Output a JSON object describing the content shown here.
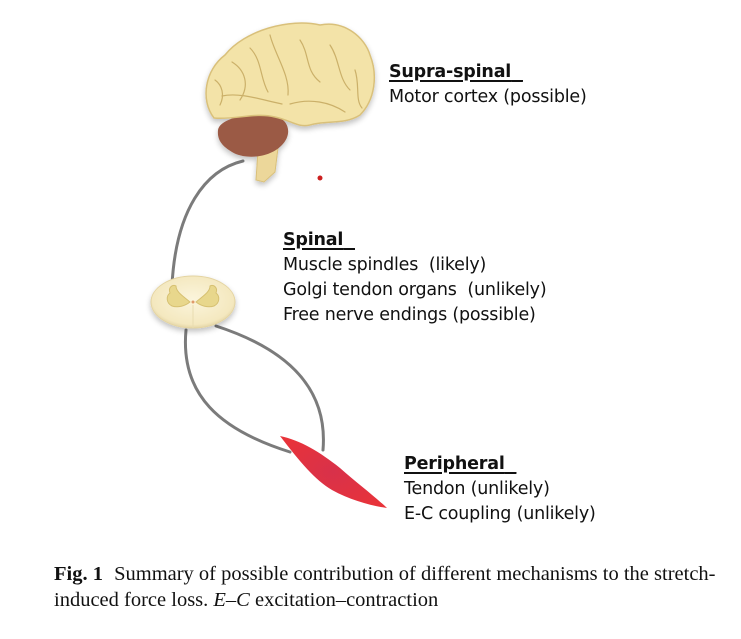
{
  "figure": {
    "levels": [
      {
        "id": "supra-spinal",
        "heading": "Supra-spinal",
        "items": [
          "Motor cortex (possible)"
        ]
      },
      {
        "id": "spinal",
        "heading": "Spinal",
        "items": [
          "Muscle spindles  (likely)",
          "Golgi tendon organs  (unlikely)",
          "Free nerve endings (possible)"
        ]
      },
      {
        "id": "peripheral",
        "heading": "Peripheral",
        "items": [
          "Tendon (unlikely)",
          "E-C coupling (unlikely)"
        ]
      }
    ],
    "icons": {
      "brain": "brain-icon",
      "spinal_cord": "spinal-cord-cross-section-icon",
      "muscle": "muscle-icon"
    },
    "colors": {
      "brain_fill": "#f3e3a8",
      "brain_outline": "#d9c07a",
      "cerebellum": "#9b5a44",
      "brainstem": "#ecd79a",
      "nerve": "#7b7b7b",
      "spinal_cord": "#f6edc8",
      "grey_matter": "#e8d78c",
      "muscle": "#e0333d",
      "dot": "#cc1f1f"
    }
  },
  "caption": {
    "fig_label": "Fig. 1",
    "text_part1": "Summary of possible contribution of different mechanisms to the stretch-induced force loss. ",
    "abbr": "E–C",
    "text_part2": " excitation–contraction"
  }
}
